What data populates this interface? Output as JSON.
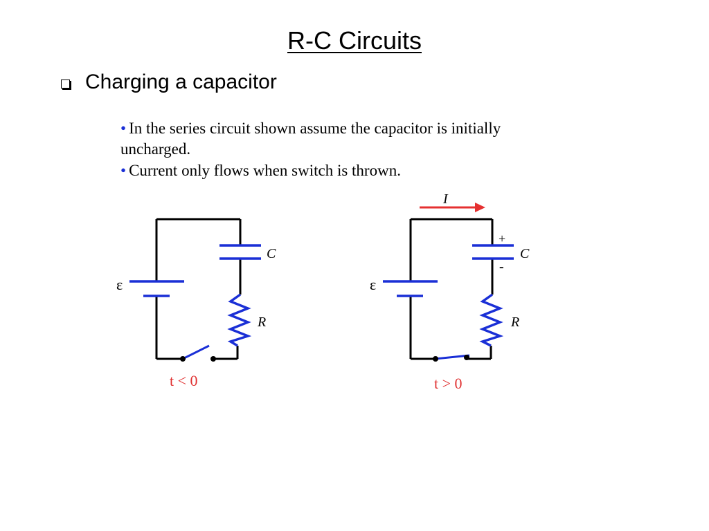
{
  "slide": {
    "title": "R-C Circuits",
    "bullet": "Charging a capacitor"
  },
  "notes": [
    {
      "line1": "In the series circuit shown assume the capacitor is initially",
      "line2": "uncharged."
    },
    {
      "line1": "Current only flows when switch is thrown."
    }
  ],
  "circuits": [
    {
      "emf_label": "ε",
      "capacitor_label": "C",
      "resistor_label": "R",
      "time_label": "t < 0",
      "switch_state": "open"
    },
    {
      "emf_label": "ε",
      "capacitor_label": "C",
      "resistor_label": "R",
      "time_label": "t > 0",
      "switch_state": "closed",
      "current_label": "I",
      "plus_label": "+",
      "minus_label": "-"
    }
  ],
  "colors": {
    "wire": "#000000",
    "component": "#1a2fd6",
    "time_label": "#e03030",
    "current_arrow": "#e53030",
    "bullet_dot": "#1a2fd6"
  }
}
